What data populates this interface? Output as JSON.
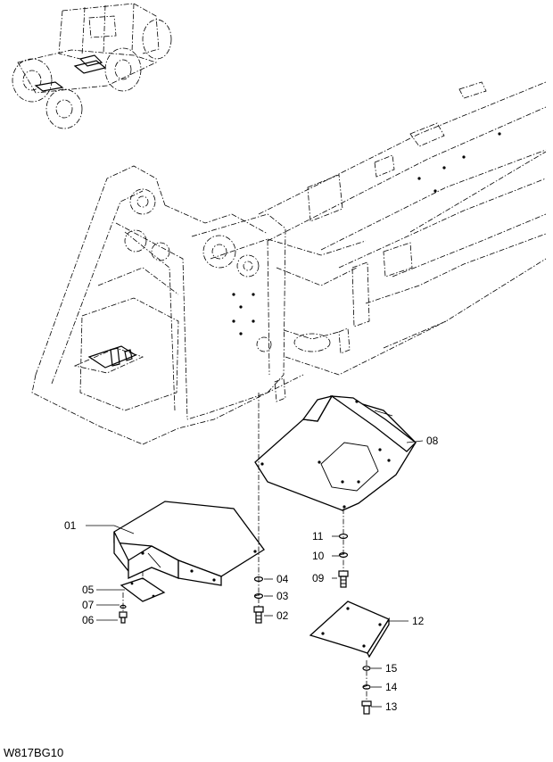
{
  "drawing": {
    "code": "W817BG10",
    "callouts": [
      {
        "id": "c01",
        "label": "01"
      },
      {
        "id": "c02",
        "label": "02"
      },
      {
        "id": "c03",
        "label": "03"
      },
      {
        "id": "c04",
        "label": "04"
      },
      {
        "id": "c05",
        "label": "05"
      },
      {
        "id": "c06",
        "label": "06"
      },
      {
        "id": "c07",
        "label": "07"
      },
      {
        "id": "c08",
        "label": "08"
      },
      {
        "id": "c09",
        "label": "09"
      },
      {
        "id": "c10",
        "label": "10"
      },
      {
        "id": "c11",
        "label": "11"
      },
      {
        "id": "c12",
        "label": "12"
      },
      {
        "id": "c13",
        "label": "13"
      },
      {
        "id": "c14",
        "label": "14"
      },
      {
        "id": "c15",
        "label": "15"
      }
    ]
  }
}
